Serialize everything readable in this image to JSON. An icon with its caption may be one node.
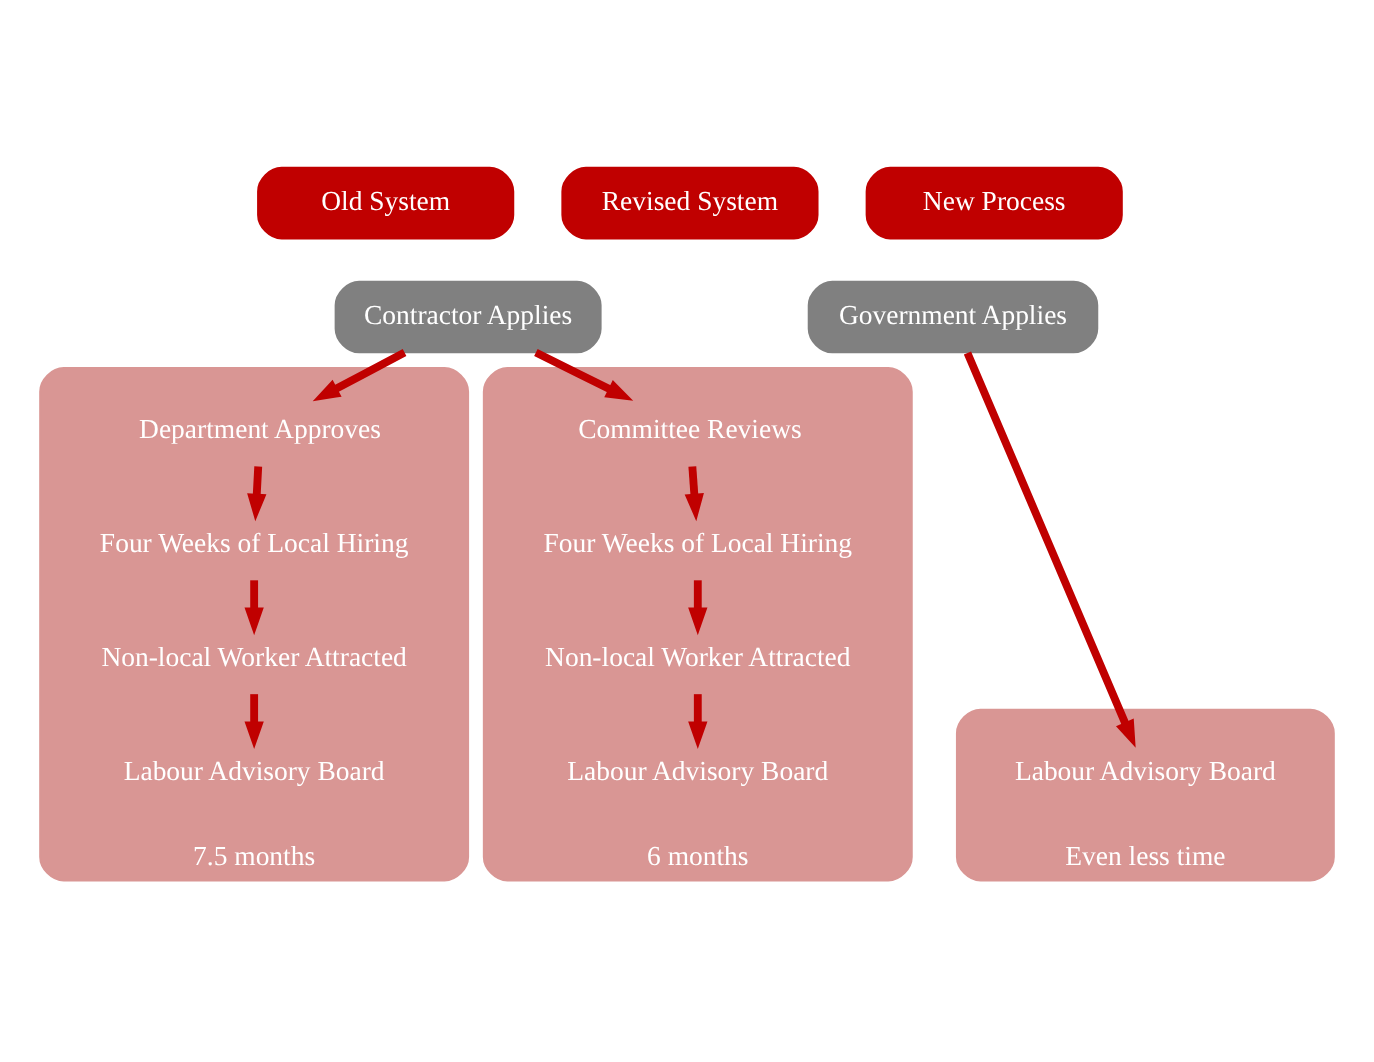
{
  "diagram": {
    "nodes": [
      {
        "text": [
          "Old System"
        ]
      },
      {
        "text": [
          "Revised System"
        ]
      },
      {
        "text": [
          "New Process"
        ]
      },
      {
        "text": [
          "Contractor Applies"
        ]
      },
      {
        "text": [
          "Government Applies"
        ]
      },
      {
        "text": [
          "7.5 months"
        ]
      },
      {
        "text": [
          "Department Approves"
        ],
        "in": 5
      },
      {
        "text": [
          "Four Weeks of Local Hiring"
        ],
        "in": 5
      },
      {
        "text": [
          "Non-local Worker Attracted"
        ],
        "in": 5
      },
      {
        "text": [
          "Labour Advisory Board"
        ],
        "in": 5
      },
      {
        "text": [
          "6 months"
        ]
      },
      {
        "text": [
          "Committee Reviews"
        ],
        "in": 10
      },
      {
        "text": [
          "Four Weeks of Local Hiring"
        ],
        "in": 10
      },
      {
        "text": [
          "Non-local Worker Attracted"
        ],
        "in": 10
      },
      {
        "text": [
          "Labour Advisory Board"
        ],
        "in": 10
      },
      {
        "text": [
          "Even less time"
        ]
      },
      {
        "text": [
          "Labour Advisory Board"
        ],
        "in": 15
      }
    ],
    "edges": [
      {
        "from": 3,
        "to": 6,
        "arrow": "to"
      },
      {
        "from": 6,
        "to": 7,
        "arrow": "to"
      },
      {
        "from": 7,
        "to": 8,
        "arrow": "to"
      },
      {
        "from": 8,
        "to": 9,
        "arrow": "to"
      },
      {
        "from": 3,
        "to": 11,
        "arrow": "to"
      },
      {
        "from": 11,
        "to": 12,
        "arrow": "to"
      },
      {
        "from": 12,
        "to": 13,
        "arrow": "to"
      },
      {
        "from": 13,
        "to": 14,
        "arrow": "to"
      },
      {
        "from": 4,
        "to": 16,
        "arrow": "to"
      }
    ]
  }
}
